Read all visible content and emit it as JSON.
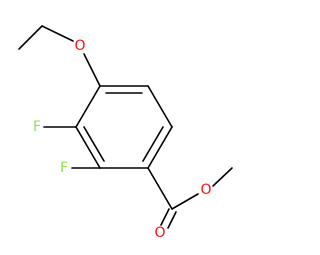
{
  "molecule": {
    "atom_labels": {
      "ether_oxygen": "O",
      "fluorine_3": "F",
      "fluorine_2": "F",
      "carbonyl_oxygen": "O",
      "ester_oxygen": "O"
    },
    "colors": {
      "bond": "#000000",
      "oxygen": "#ff0d0d",
      "fluorine": "#90e050"
    }
  }
}
